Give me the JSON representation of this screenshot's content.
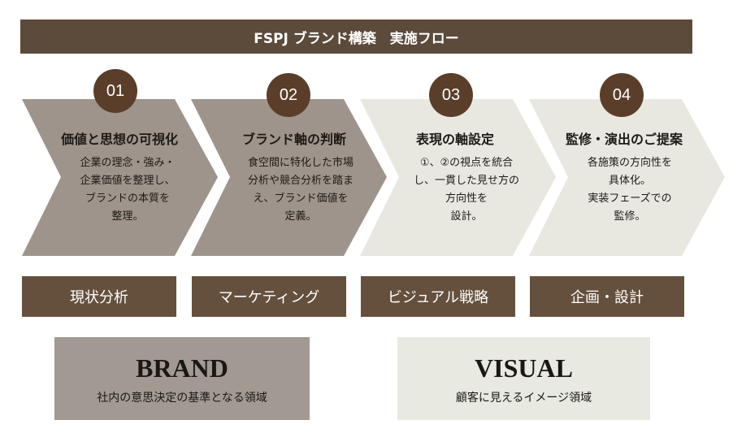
{
  "header": {
    "title": "FSPJ ブランド構築　実施フロー"
  },
  "colors": {
    "dark": "#5c4a3b",
    "step_dark": "#9e948b",
    "step_light": "#e8e8e0",
    "circle": "#5a3e29"
  },
  "steps": [
    {
      "number": "01",
      "title": "価値と思想の可視化",
      "description": "企業の理念・強み・\n企業価値を整理し、\nブランドの本質を\n整理。",
      "label": "現状分析"
    },
    {
      "number": "02",
      "title": "ブランド軸の判断",
      "description": "食空間に特化した市場\n分析や競合分析を踏ま\nえ、ブランド価値を\n定義。",
      "label": "マーケティング"
    },
    {
      "number": "03",
      "title": "表現の軸設定",
      "description": "①、②の視点を統合\nし、一貫した見せ方の\n方向性を\n設計。",
      "label": "ビジュアル戦略"
    },
    {
      "number": "04",
      "title": "監修・演出のご提案",
      "description": "各施策の方向性を\n具体化。\n実装フェーズでの\n監修。",
      "label": "企画・設計"
    }
  ],
  "domains": [
    {
      "title": "BRAND",
      "subtitle": "社内の意思決定の基準となる領域"
    },
    {
      "title": "VISUAL",
      "subtitle": "顧客に見えるイメージ領域"
    }
  ]
}
